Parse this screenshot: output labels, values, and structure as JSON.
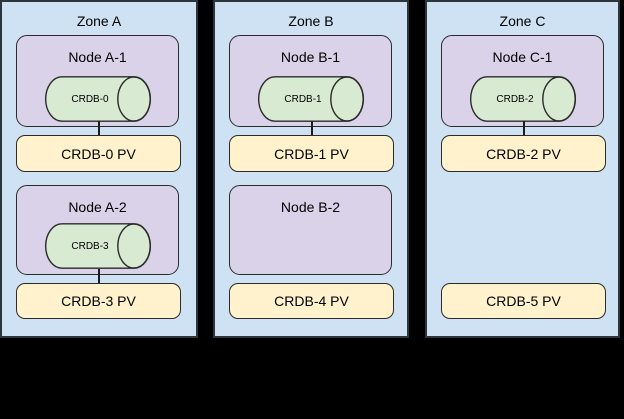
{
  "diagram": {
    "description_colors": {
      "zone_fill": "#cfe2f3",
      "node_fill": "#d9d2e9",
      "pod_fill": "#d9ead3",
      "pv_fill": "#fff2cc",
      "border": "#2b2b2b",
      "background": "#000000",
      "text": "#000000"
    }
  },
  "zones": [
    {
      "label": "Zone A",
      "nodes": [
        {
          "label": "Node A-1",
          "pod": "CRDB-0"
        },
        {
          "label": "Node A-2",
          "pod": "CRDB-3"
        }
      ],
      "pvs": [
        "CRDB-0 PV",
        "CRDB-3 PV"
      ]
    },
    {
      "label": "Zone B",
      "nodes": [
        {
          "label": "Node B-1",
          "pod": "CRDB-1"
        },
        {
          "label": "Node B-2",
          "pod": null
        }
      ],
      "pvs": [
        "CRDB-1 PV",
        "CRDB-4 PV"
      ]
    },
    {
      "label": "Zone C",
      "nodes": [
        {
          "label": "Node C-1",
          "pod": "CRDB-2"
        }
      ],
      "pvs": [
        "CRDB-2 PV",
        "CRDB-5 PV"
      ]
    }
  ]
}
